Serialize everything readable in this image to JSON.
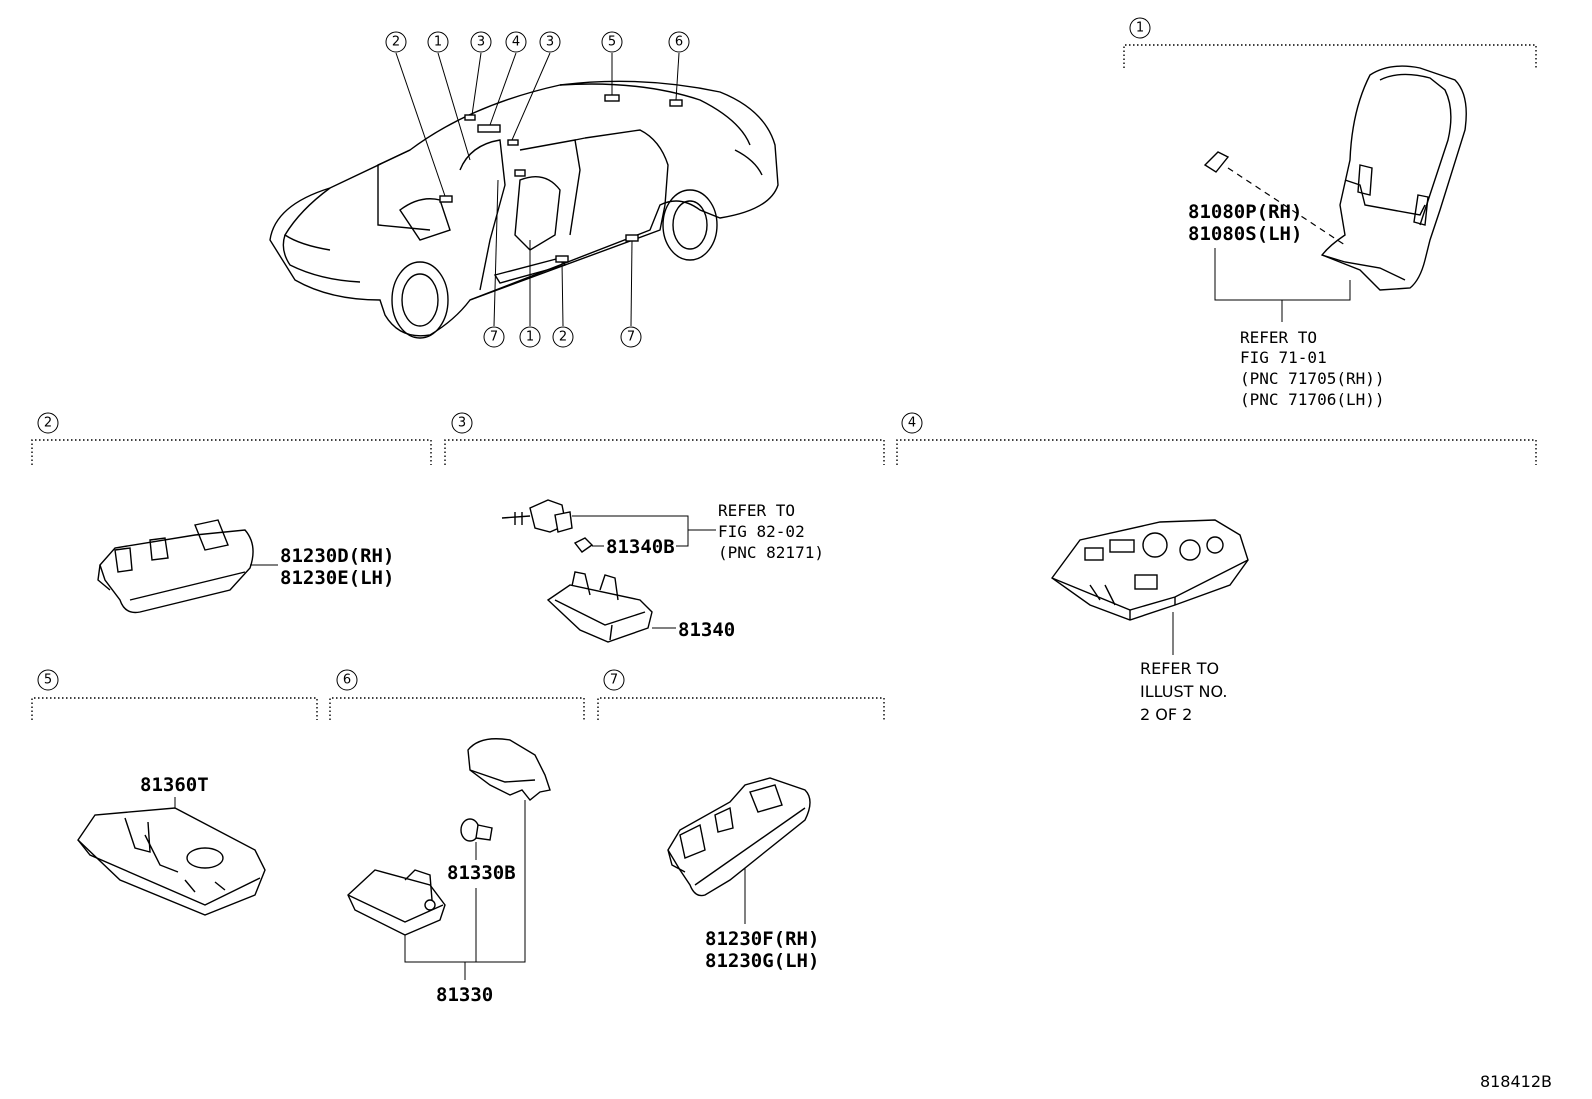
{
  "figure_code": "818412B",
  "callouts": {
    "c1": "1",
    "c2": "2",
    "c3": "3",
    "c4": "4",
    "c5": "5",
    "c6": "6",
    "c7": "7"
  },
  "section1": {
    "part_rh": "81080P(RH)",
    "part_lh": "81080S(LH)",
    "refer_1": "REFER TO",
    "refer_2": "FIG 71-01",
    "refer_3": "(PNC 71705(RH))",
    "refer_4": "(PNC 71706(LH))"
  },
  "section2": {
    "part_rh": "81230D(RH)",
    "part_lh": "81230E(LH)"
  },
  "section3": {
    "bulb": "81340B",
    "lamp": "81340",
    "refer_1": "REFER TO",
    "refer_2": "FIG 82-02",
    "refer_3": "(PNC 82171)"
  },
  "section4": {
    "refer_1": "REFER TO",
    "refer_2": "ILLUST NO.",
    "refer_3": "2 OF 2"
  },
  "section5": {
    "part": "81360T"
  },
  "section6": {
    "bulb": "81330B",
    "lamp": "81330"
  },
  "section7": {
    "part_rh": "81230F(RH)",
    "part_lh": "81230G(LH)"
  }
}
